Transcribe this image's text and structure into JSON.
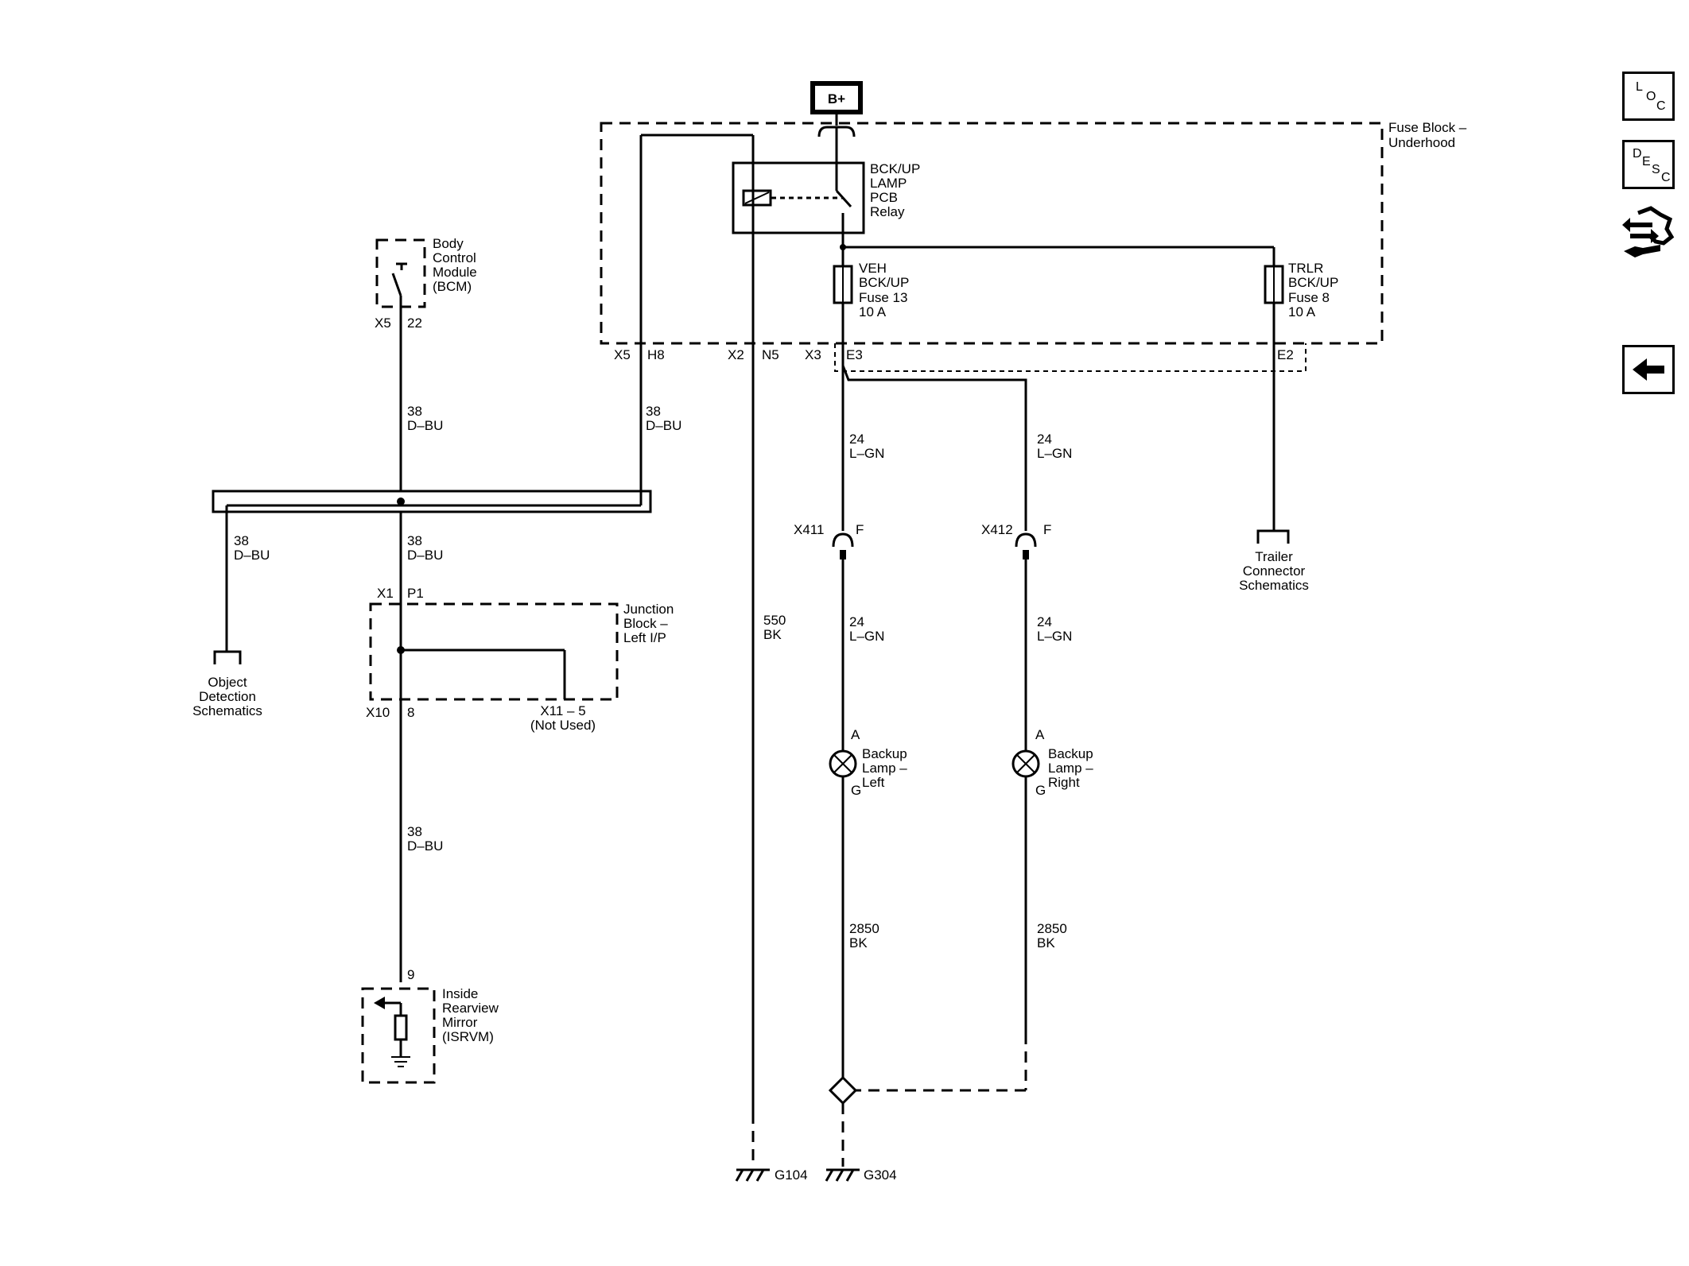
{
  "power": {
    "label": "B+"
  },
  "fuse_block": {
    "line1": "Fuse Block –",
    "line2": "Underhood"
  },
  "relay": {
    "line1": "BCK/UP",
    "line2": "LAMP",
    "line3": "PCB",
    "line4": "Relay"
  },
  "fuse_veh": {
    "line1": "VEH",
    "line2": "BCK/UP",
    "line3": "Fuse 13",
    "line4": "10 A"
  },
  "fuse_trlr": {
    "line1": "TRLR",
    "line2": "BCK/UP",
    "line3": "Fuse 8",
    "line4": "10 A"
  },
  "bcm": {
    "line1": "Body",
    "line2": "Control",
    "line3": "Module",
    "line4": "(BCM)"
  },
  "junction_block": {
    "line1": "Junction",
    "line2": "Block –",
    "line3": "Left I/P"
  },
  "mirror": {
    "line1": "Inside",
    "line2": "Rearview",
    "line3": "Mirror",
    "line4": "(ISRVM)"
  },
  "object_detection": {
    "line1": "Object",
    "line2": "Detection",
    "line3": "Schematics"
  },
  "trailer_connector": {
    "line1": "Trailer",
    "line2": "Connector",
    "line3": "Schematics"
  },
  "lamp_left": {
    "line1": "Backup",
    "line2": "Lamp –",
    "line3": "Left",
    "pin_a": "A",
    "pin_g": "G"
  },
  "lamp_right": {
    "line1": "Backup",
    "line2": "Lamp –",
    "line3": "Right",
    "pin_a": "A",
    "pin_g": "G"
  },
  "connectors": {
    "bcm_x5": "X5",
    "bcm_22": "22",
    "fb_x5": "X5",
    "fb_h8": "H8",
    "fb_x2": "X2",
    "fb_n5": "N5",
    "fb_x3": "X3",
    "fb_e3": "E3",
    "fb_e2": "E2",
    "jb_x1": "X1",
    "jb_p1": "P1",
    "jb_x10": "X10",
    "jb_8": "8",
    "jb_x11": "X11 – 5",
    "jb_notused": "(Not Used)",
    "x411": "X411",
    "x411_f": "F",
    "x412": "X412",
    "x412_f": "F",
    "mirror_9": "9"
  },
  "wires": {
    "w38_a_num": "38",
    "w38_a_col": "D–BU",
    "w38_b_num": "38",
    "w38_b_col": "D–BU",
    "w38_c_num": "38",
    "w38_c_col": "D–BU",
    "w38_d_num": "38",
    "w38_d_col": "D–BU",
    "w38_e_num": "38",
    "w38_e_col": "D–BU",
    "w24_a_num": "24",
    "w24_a_col": "L–GN",
    "w24_b_num": "24",
    "w24_b_col": "L–GN",
    "w24_c_num": "24",
    "w24_c_col": "L–GN",
    "w24_d_num": "24",
    "w24_d_col": "L–GN",
    "w550_num": "550",
    "w550_col": "BK",
    "w2850_a_num": "2850",
    "w2850_a_col": "BK",
    "w2850_b_num": "2850",
    "w2850_b_col": "BK"
  },
  "grounds": {
    "g104": "G104",
    "g304": "G304"
  },
  "nav": {
    "loc": {
      "l": "L",
      "o": "O",
      "c": "C"
    },
    "desc": {
      "d": "D",
      "e": "E",
      "s": "S",
      "c": "C"
    },
    "icons": [
      "connector-repair-icon",
      "back-arrow-icon"
    ]
  }
}
